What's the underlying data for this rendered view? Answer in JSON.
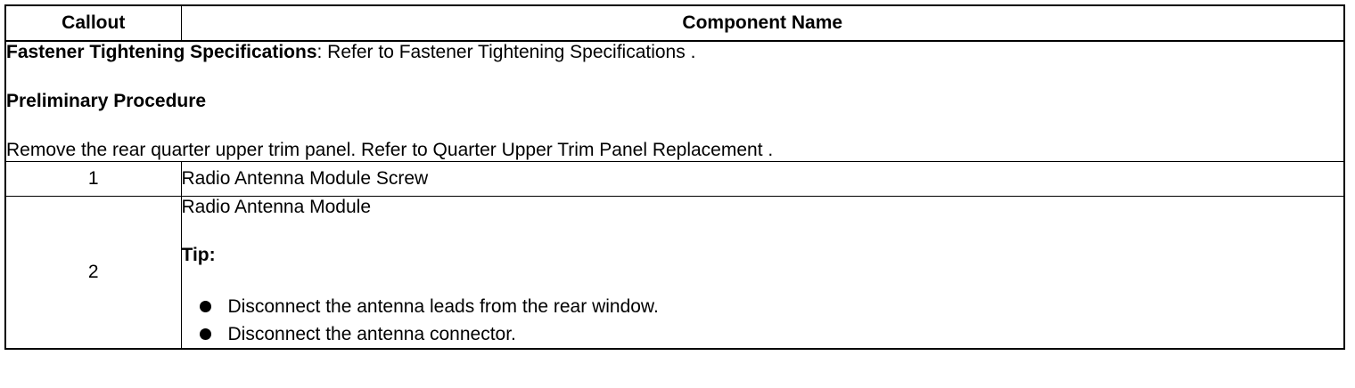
{
  "table": {
    "headers": {
      "callout": "Callout",
      "component_name": "Component Name"
    },
    "info": {
      "fastener_label": "Fastener Tightening Specifications",
      "fastener_text": ": Refer to Fastener Tightening Specifications .",
      "preliminary_heading": "Preliminary Procedure",
      "preliminary_text": "Remove the rear quarter upper trim panel. Refer to Quarter Upper Trim Panel Replacement ."
    },
    "rows": [
      {
        "callout": "1",
        "name": "Radio Antenna Module Screw"
      },
      {
        "callout": "2",
        "name": "Radio Antenna Module",
        "tip_label": "Tip:",
        "tips": [
          "Disconnect the antenna leads from the rear window.",
          "Disconnect the antenna connector."
        ]
      }
    ]
  }
}
